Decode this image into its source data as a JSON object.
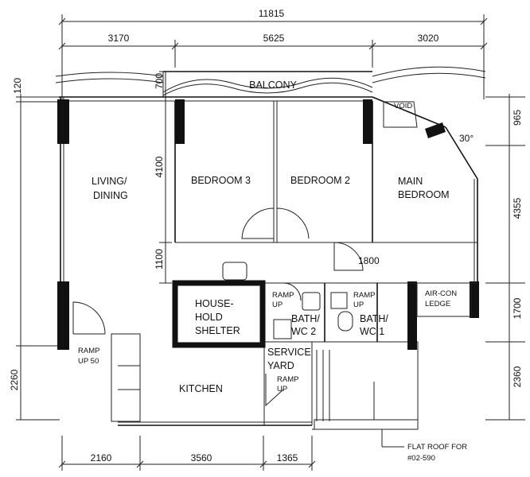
{
  "plan": {
    "dimensions": {
      "overall": "11815",
      "top_1": "3170",
      "top_2": "5625",
      "top_3": "3020",
      "left_1": "120",
      "left_2": "700",
      "left_3": "4100",
      "left_4": "1100",
      "left_5": "2260",
      "right_1": "965",
      "right_2": "4355",
      "right_3": "1700",
      "right_4": "2360",
      "bottom_1": "2160",
      "bottom_2": "3560",
      "bottom_3": "1365",
      "bedroom_mid": "1800",
      "angle": "30°"
    },
    "rooms": {
      "balcony": "BALCONY",
      "void": "VOID",
      "living_1": "LIVING/",
      "living_2": "DINING",
      "bedroom3": "BEDROOM 3",
      "bedroom2": "BEDROOM 2",
      "main_1": "MAIN",
      "main_2": "BEDROOM",
      "shelter_1": "HOUSE-",
      "shelter_2": "HOLD",
      "shelter_3": "SHELTER",
      "bath2_1": "BATH/",
      "bath2_2": "WC 2",
      "bath1_1": "BATH/",
      "bath1_2": "WC 1",
      "aircon_1": "AIR-CON",
      "aircon_2": "LEDGE",
      "service_1": "SERVICE",
      "service_2": "YARD",
      "kitchen": "KITCHEN",
      "ramp_a_1": "RAMP",
      "ramp_a_2": "UP",
      "ramp_b_1": "RAMP",
      "ramp_b_2": "UP",
      "ramp_c_1": "RAMP",
      "ramp_c_2": "UP 50",
      "ramp_d_1": "RAMP",
      "ramp_d_2": "UP",
      "flat_roof_1": "FLAT ROOF FOR",
      "flat_roof_2": "#02-590"
    }
  }
}
